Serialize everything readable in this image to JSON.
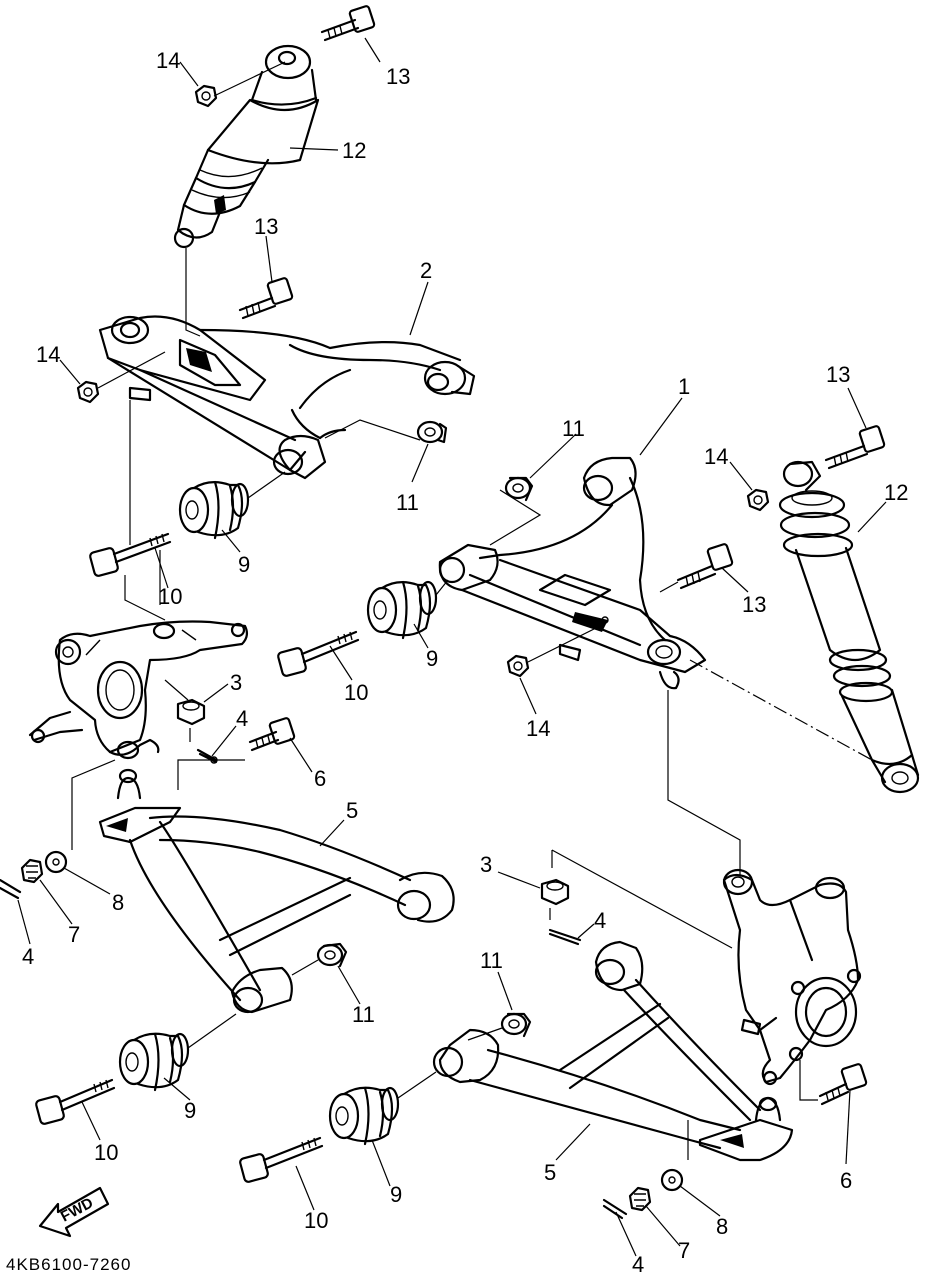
{
  "diagram_code": "4KB6100-7260",
  "fwd_label": "FWD",
  "callouts": {
    "c1": "1",
    "c2": "2",
    "c3a": "3",
    "c3b": "3",
    "c4a": "4",
    "c4b": "4",
    "c4c": "4",
    "c4d": "4",
    "c5a": "5",
    "c5b": "5",
    "c6a": "6",
    "c6b": "6",
    "c7a": "7",
    "c7b": "7",
    "c8a": "8",
    "c8b": "8",
    "c9a": "9",
    "c9b": "9",
    "c9c": "9",
    "c9d": "9",
    "c10a": "10",
    "c10b": "10",
    "c10c": "10",
    "c10d": "10",
    "c11a": "11",
    "c11b": "11",
    "c11c": "11",
    "c11d": "11",
    "c12a": "12",
    "c12b": "12",
    "c13a": "13",
    "c13b": "13",
    "c13c": "13",
    "c13d": "13",
    "c14a": "14",
    "c14b": "14",
    "c14c": "14",
    "c14d": "14"
  }
}
